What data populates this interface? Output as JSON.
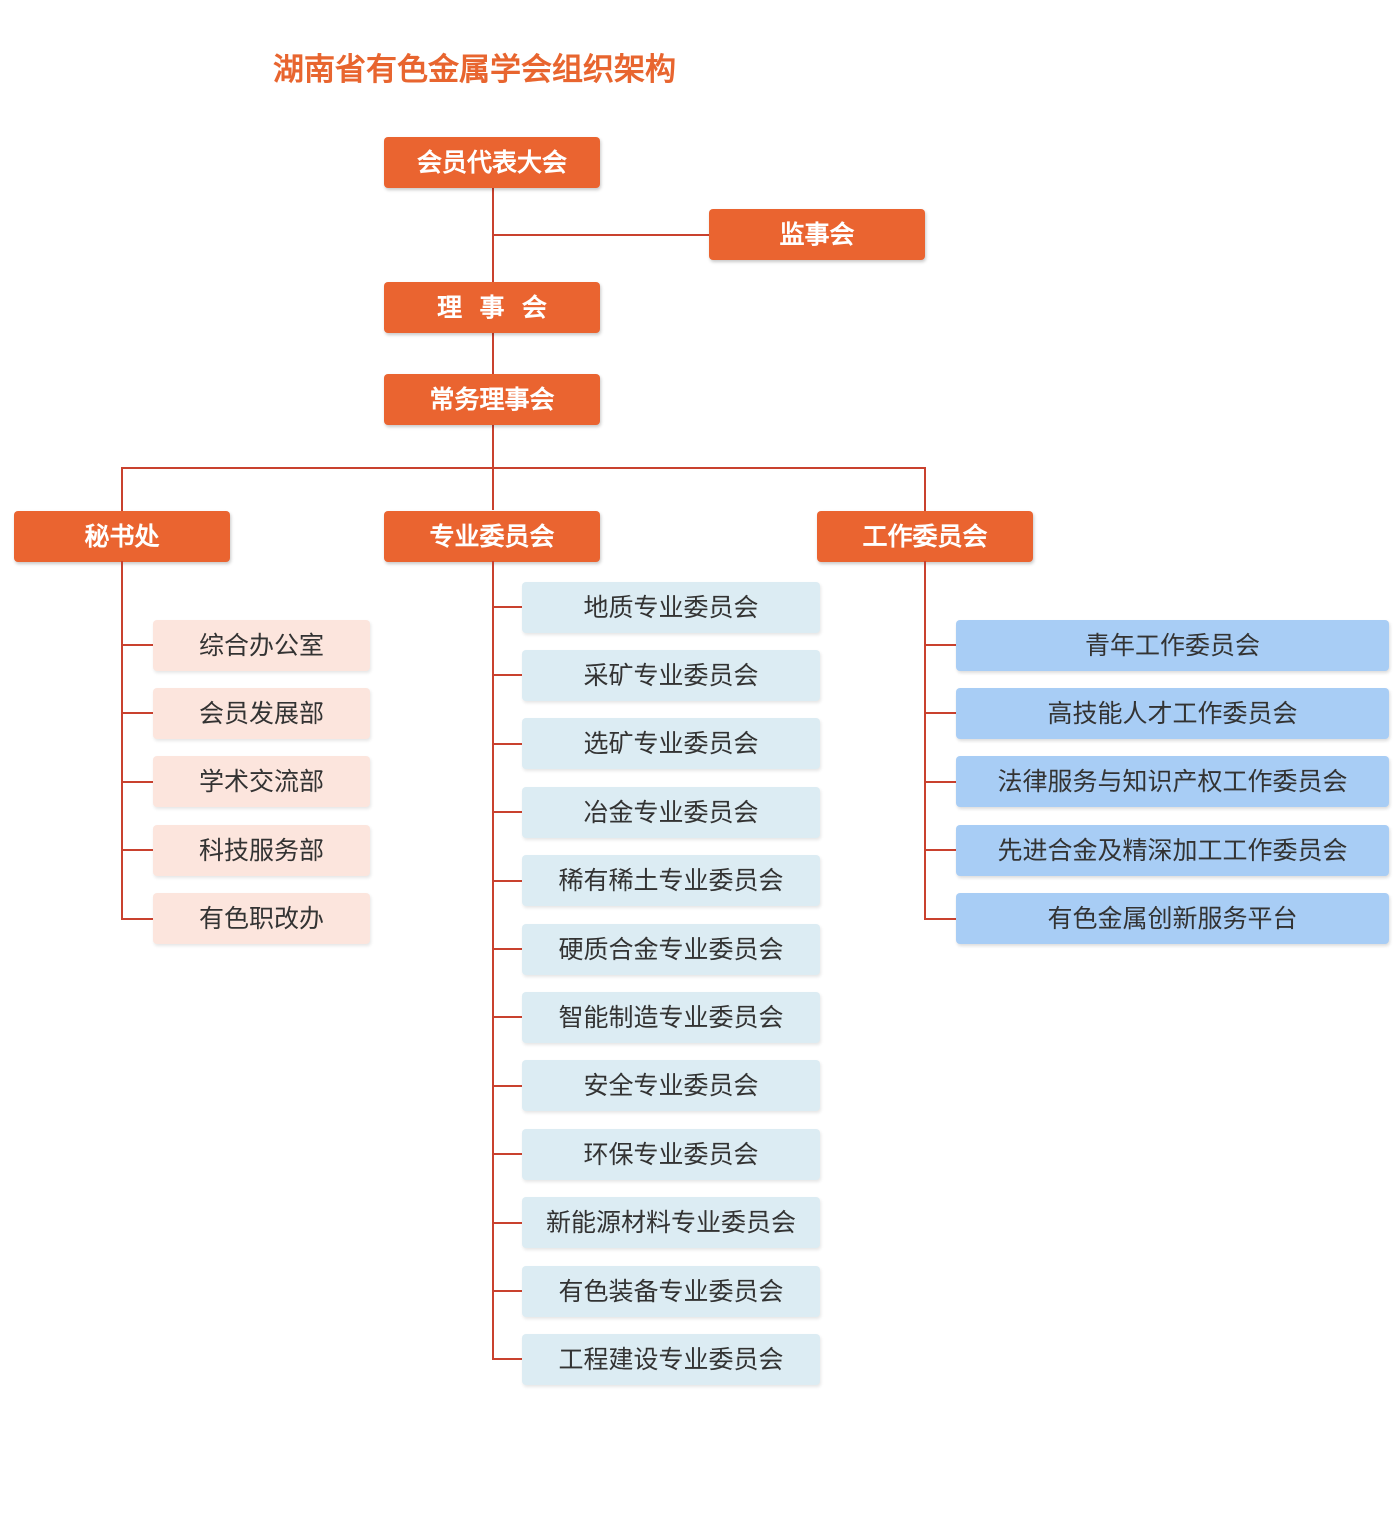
{
  "title": "湖南省有色金属学会组织架构",
  "colors": {
    "title": "#e8652f",
    "primary_box": "#ea6430",
    "connector": "#c9412e",
    "secretariat_box": "#fce5dd",
    "professional_box": "#dcecf3",
    "working_box": "#a8cdf5"
  },
  "top": {
    "members_congress": "会员代表大会",
    "supervisory_board": "监事会",
    "council": "理  事  会",
    "standing_council": "常务理事会"
  },
  "branches": {
    "secretariat": {
      "label": "秘书处",
      "items": [
        "综合办公室",
        "会员发展部",
        "学术交流部",
        "科技服务部",
        "有色职改办"
      ]
    },
    "professional": {
      "label": "专业委员会",
      "items": [
        "地质专业委员会",
        "采矿专业委员会",
        "选矿专业委员会",
        "冶金专业委员会",
        "稀有稀土专业委员会",
        "硬质合金专业委员会",
        "智能制造专业委员会",
        "安全专业委员会",
        "环保专业委员会",
        "新能源材料专业委员会",
        "有色装备专业委员会",
        "工程建设专业委员会"
      ]
    },
    "working": {
      "label": "工作委员会",
      "items": [
        "青年工作委员会",
        "高技能人才工作委员会",
        "法律服务与知识产权工作委员会",
        "先进合金及精深加工工作委员会",
        "有色金属创新服务平台"
      ]
    }
  }
}
